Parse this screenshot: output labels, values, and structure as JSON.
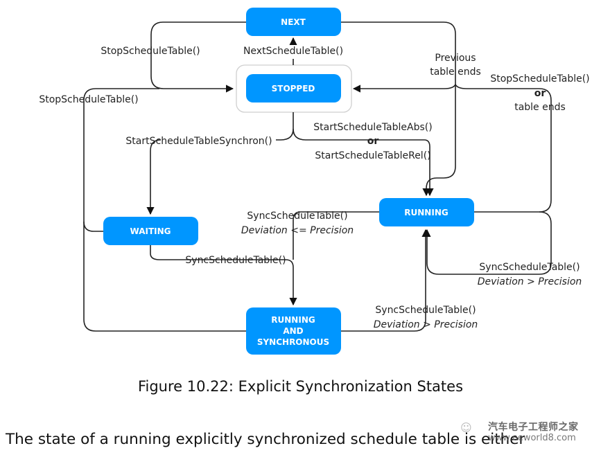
{
  "figure": {
    "caption": "Figure 10.22: Explicit Synchronization States",
    "states": {
      "next": "NEXT",
      "stopped": "STOPPED",
      "waiting": "WAITING",
      "running": "RUNNING",
      "running_sync_lines": [
        "RUNNING",
        "AND",
        "SYNCHRONOUS"
      ]
    },
    "transitions": {
      "stop_from_next": "StopScheduleTable()",
      "next_schedule": "NextScheduleTable()",
      "previous_table_ends": [
        "Previous",
        "table ends"
      ],
      "stop_from_running": [
        "StopScheduleTable()",
        "or",
        "table ends"
      ],
      "stop_from_waiting_sync": "StopScheduleTable()",
      "start_synchron": "StartScheduleTableSynchron()",
      "start_abs_rel": [
        "StartScheduleTableAbs()",
        "or",
        "StartScheduleTableRel()"
      ],
      "sync_running_to_sync": [
        "SyncScheduleTable()",
        "Deviation <= Precision"
      ],
      "sync_waiting_to_sync": "SyncScheduleTable()",
      "sync_running_self": [
        "SyncScheduleTable()",
        "Deviation > Precision"
      ],
      "sync_sync_to_running": [
        "SyncScheduleTable()",
        "Deviation > Precision"
      ]
    },
    "colors": {
      "state_fill": "#0096ff",
      "state_text": "#ffffff",
      "edge": "#222222"
    }
  },
  "body_text": "The state of a running explicitly synchronized schedule table is either",
  "watermark": {
    "line1": "汽车电子工程师之家",
    "line2": "www.eeworld8.com"
  }
}
